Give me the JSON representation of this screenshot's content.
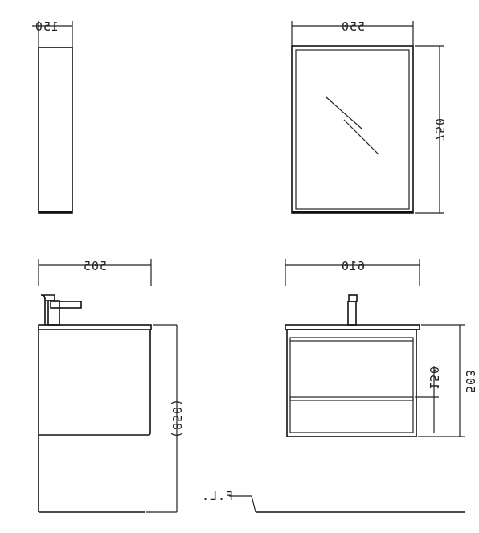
{
  "views": {
    "cabinet_side": {
      "depth_label": "150"
    },
    "mirror_front": {
      "width_label": "550",
      "height_label": "750"
    },
    "vanity_side": {
      "depth_label": "505",
      "height_label": "(850)"
    },
    "vanity_front": {
      "width_label": "610",
      "height_label": "503",
      "drawer_label": "150"
    }
  },
  "floor_label": "F.L."
}
